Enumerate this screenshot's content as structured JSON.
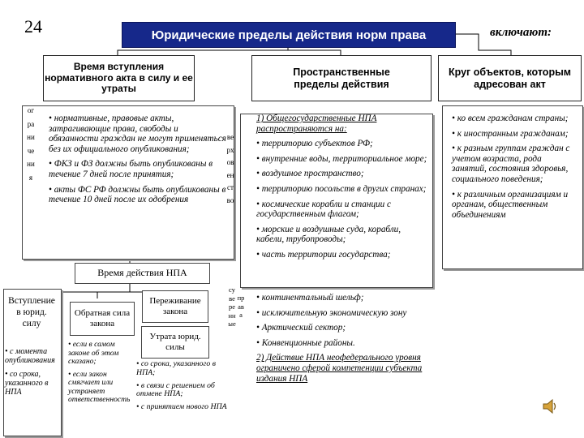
{
  "slide_number": "24",
  "title": "Юридические пределы действия норм права",
  "includes_label": "включают:",
  "col1": {
    "header": "Время вступления нормативного акта в силу и ее утраты",
    "side_label": "ограничения",
    "items": [
      "• нормативные, правовые акты, затрагивающие права, свободы и обязанности граждан не могут применяться без их официального опубликования;",
      "• ФКЗ и ФЗ должны быть опубликованы в течение 7 дней после принятия;",
      "• акты ФС РФ должны быть опубликованы в течение 10 дней после их одобрения"
    ],
    "time_box": "Время действия НПА",
    "entry_box": "Вступление в юрид. силу",
    "entry_items": [
      "• с момента опубликования",
      "• со срока, указанного в НПА"
    ],
    "reverse_box": "Обратная сила закона",
    "reverse_items": [
      "• если в самом законе об этом сказано;",
      "• если закон смягчает или устраняет ответственность"
    ],
    "survival_box": "Переживание закона",
    "loss_box": "Утрата юрид. силы",
    "loss_items": [
      "• со срока, указанного в НПА;",
      "• в связи с решением об отмене НПА;",
      "• с принятием нового НПА"
    ]
  },
  "col2": {
    "header": "Пространственные пределы действия",
    "side_label_1": "верховенство",
    "side_label_2": "суверенные",
    "side_label_3": "права",
    "p1": "1) Общегосударственные НПА распространяются на:",
    "items1": [
      "• территорию субъектов РФ;",
      "• внутренние воды, территориальное море;",
      "• воздушное пространство;",
      "• территорию посольств в других странах;",
      "• космические корабли и станции с государственным флагом;",
      "• морские и воздушные суда, корабли, кабели, трубопроводы;",
      "• часть территории государства;"
    ],
    "items2": [
      "• континентальный шельф;",
      "• исключительную экономическую зону",
      "• Арктический сектор;",
      "• Конвенционные районы."
    ],
    "p2": "2) Действие НПА неофедерального уровня ограничено сферой компетенции субъекта издания НПА"
  },
  "col3": {
    "header": "Круг объектов, которым адресован акт",
    "items": [
      "• ко всем гражданам страны;",
      "• к иностранным гражданам;",
      "• к разным группам граждан с учетом возраста, рода занятий, состояния здоровья, социального поведения;",
      "• к различным организациям и органам, общественным объединениям"
    ]
  },
  "speaker_icon": "speaker-icon",
  "colors": {
    "title_bg": "#16288a",
    "title_text": "#ffffff",
    "line": "#000000"
  }
}
